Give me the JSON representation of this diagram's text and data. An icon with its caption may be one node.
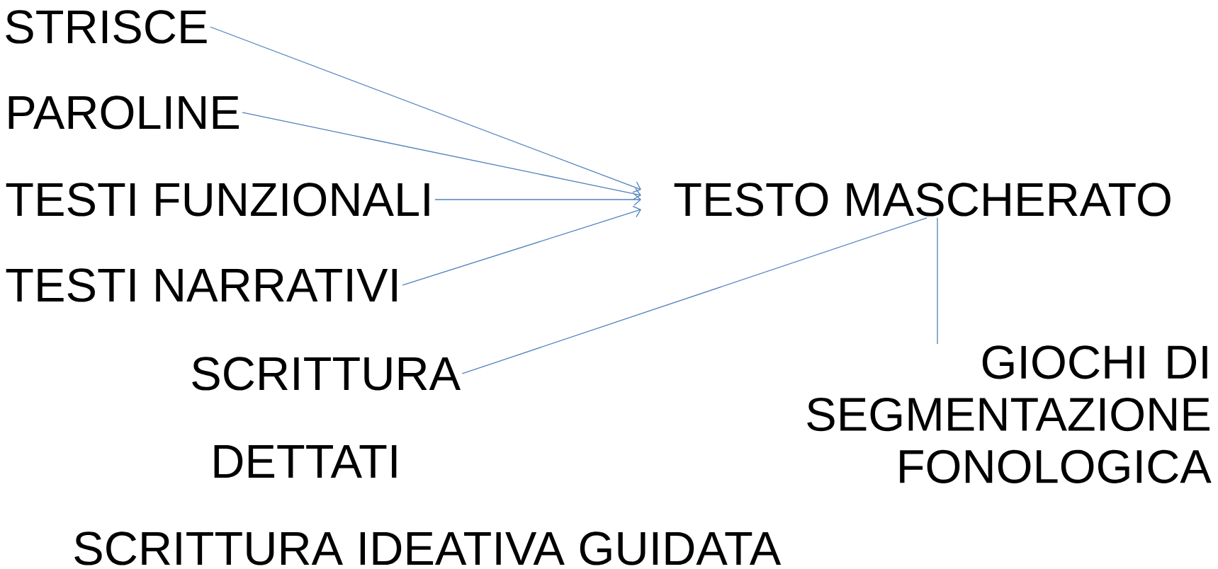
{
  "diagram": {
    "nodes": [
      {
        "text": [
          "STRISCE"
        ]
      },
      {
        "text": [
          "PAROLINE"
        ]
      },
      {
        "text": [
          "TESTI FUNZIONALI"
        ]
      },
      {
        "text": [
          "TESTI NARRATIVI"
        ]
      },
      {
        "text": [
          "TESTO MASCHERATO"
        ]
      },
      {
        "text": [
          "SCRITTURA"
        ]
      },
      {
        "text": [
          "GIOCHI DI SEGMENTAZIONE FONOLOGICA"
        ]
      }
    ],
    "edges": [
      {
        "from": 0,
        "to": 4,
        "arrow": "to"
      },
      {
        "from": 1,
        "to": 4,
        "arrow": "to"
      },
      {
        "from": 2,
        "to": 4,
        "arrow": "to"
      },
      {
        "from": 3,
        "to": 4,
        "arrow": "to"
      },
      {
        "from": 5,
        "to": 4,
        "arrow": "none"
      },
      {
        "from": 4,
        "to": 6,
        "arrow": "none"
      }
    ],
    "labels": [
      "DETTATI",
      "SCRITTURA IDEATIVA GUIDATA"
    ]
  }
}
